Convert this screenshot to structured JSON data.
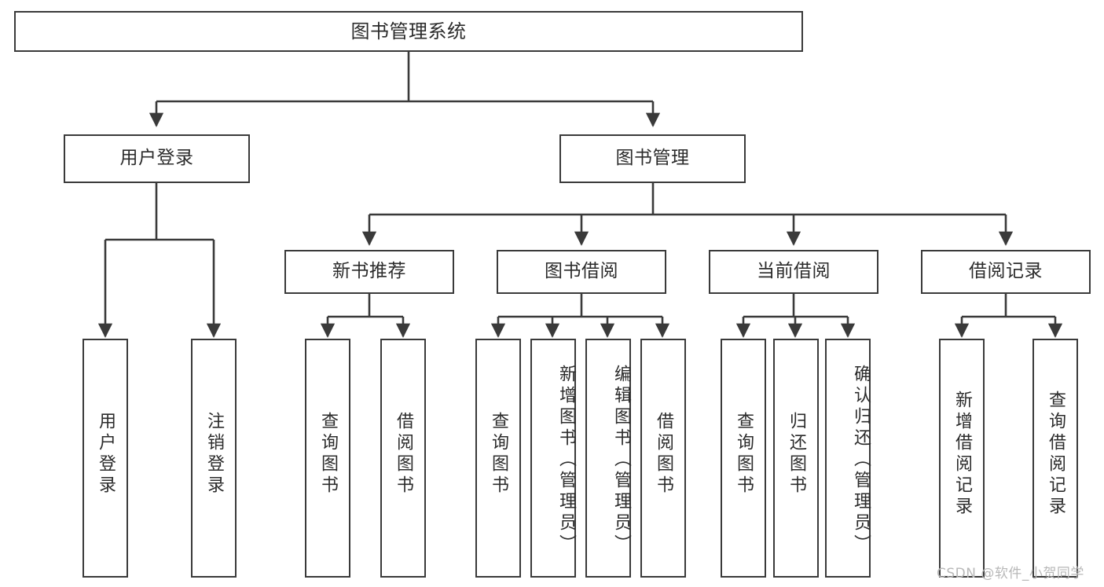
{
  "diagram": {
    "title": "图书管理系统",
    "type": "tree-hierarchy",
    "stroke_color": "#3a3a3a",
    "background_color": "#ffffff",
    "text_color": "#2b2b2b"
  },
  "root": {
    "label": "图书管理系统"
  },
  "level2": [
    {
      "label": "用户登录"
    },
    {
      "label": "图书管理"
    }
  ],
  "level3": [
    {
      "label": "新书推荐"
    },
    {
      "label": "图书借阅"
    },
    {
      "label": "当前借阅"
    },
    {
      "label": "借阅记录"
    }
  ],
  "leaves": {
    "user_login": [
      {
        "label": "用户登录"
      },
      {
        "label": "注销登录"
      }
    ],
    "new_book_recommend": [
      {
        "label": "查询图书"
      },
      {
        "label": "借阅图书"
      }
    ],
    "book_borrow": [
      {
        "label": "查询图书"
      },
      {
        "label": "新增图书（管理员）"
      },
      {
        "label": "编辑图书（管理员）"
      },
      {
        "label": "借阅图书"
      }
    ],
    "current_borrow": [
      {
        "label": "查询图书"
      },
      {
        "label": "归还图书"
      },
      {
        "label": "确认归还（管理员）"
      }
    ],
    "borrow_record": [
      {
        "label": "新增借阅记录"
      },
      {
        "label": "查询借阅记录"
      }
    ]
  },
  "watermark": {
    "text": "CSDN @软件_小贺同学"
  }
}
